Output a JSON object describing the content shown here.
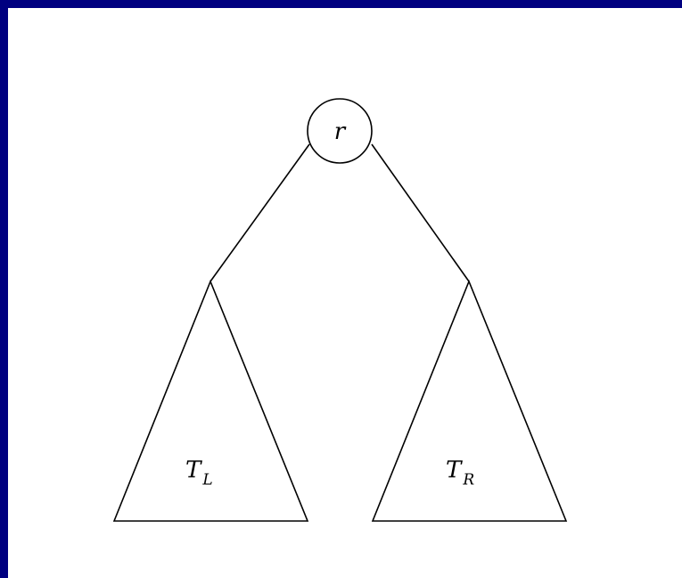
{
  "colors": {
    "frame": "#000080",
    "canvas": "#ffffff",
    "ink": "#000000"
  },
  "diagram": {
    "root": {
      "label": "r"
    },
    "subtrees": [
      {
        "main": "T",
        "sub": "L"
      },
      {
        "main": "T",
        "sub": "R"
      }
    ]
  }
}
